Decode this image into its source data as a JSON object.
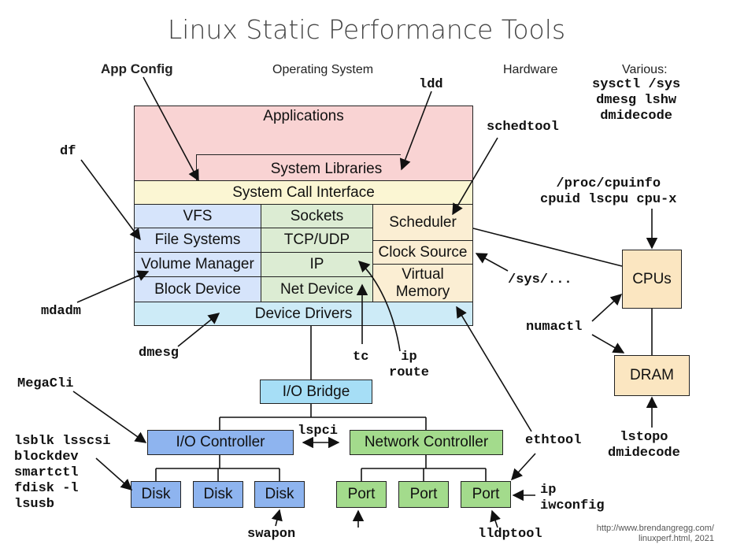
{
  "title": "Linux Static Performance Tools",
  "headers": {
    "app_config": "App Config",
    "operating_system": "Operating System",
    "hardware": "Hardware",
    "various": "Various:"
  },
  "tools": {
    "various_list": "sysctl /sys\ndmesg lshw\ndmidecode",
    "ldd": "ldd",
    "schedtool": "schedtool",
    "df": "df",
    "proc_cpuinfo": "/proc/cpuinfo\ncpuid lscpu cpu-x",
    "sys": "/sys/...",
    "mdadm": "mdadm",
    "numactl": "numactl",
    "dmesg": "dmesg",
    "tc": "tc",
    "ip_route": "ip\nroute",
    "megacli": "MegaCli",
    "lspci": "lspci",
    "ethtool": "ethtool",
    "disk_tools": "lsblk lsscsi\nblockdev\nsmartctl\nfdisk -l\nlsusb",
    "lstopo": "lstopo\ndmidecode",
    "ip_iwconfig": "ip\niwconfig",
    "swapon": "swapon",
    "lldptool": "lldptool"
  },
  "layers": {
    "applications": "Applications",
    "system_libraries": "System Libraries",
    "system_call_interface": "System Call Interface",
    "vfs": "VFS",
    "file_systems": "File Systems",
    "volume_manager": "Volume Manager",
    "block_device": "Block Device",
    "sockets": "Sockets",
    "tcp_udp": "TCP/UDP",
    "ip": "IP",
    "net_device": "Net Device",
    "scheduler": "Scheduler",
    "clock_source": "Clock Source",
    "virtual_memory": "Virtual\nMemory",
    "device_drivers": "Device Drivers"
  },
  "hardware": {
    "io_bridge": "I/O Bridge",
    "io_controller": "I/O Controller",
    "network_controller": "Network Controller",
    "disks": [
      "Disk",
      "Disk",
      "Disk"
    ],
    "ports": [
      "Port",
      "Port",
      "Port"
    ],
    "cpus": "CPUs",
    "dram": "DRAM"
  },
  "credit": {
    "line1": "http://www.brendangregg.com/",
    "line2": "linuxperf.html, 2021"
  },
  "colors": {
    "applications": "#f9d3d3",
    "syscall": "#fbf6d3",
    "fs_stack": "#d6e4fb",
    "net_stack": "#dcecd3",
    "sched_stack": "#fbeed3",
    "device_drivers": "#cdebf7",
    "io_bridge": "#a6def6",
    "io_controller": "#8eb4ef",
    "network_controller": "#a3db8c",
    "cpu_dram": "#fbe6c1"
  }
}
